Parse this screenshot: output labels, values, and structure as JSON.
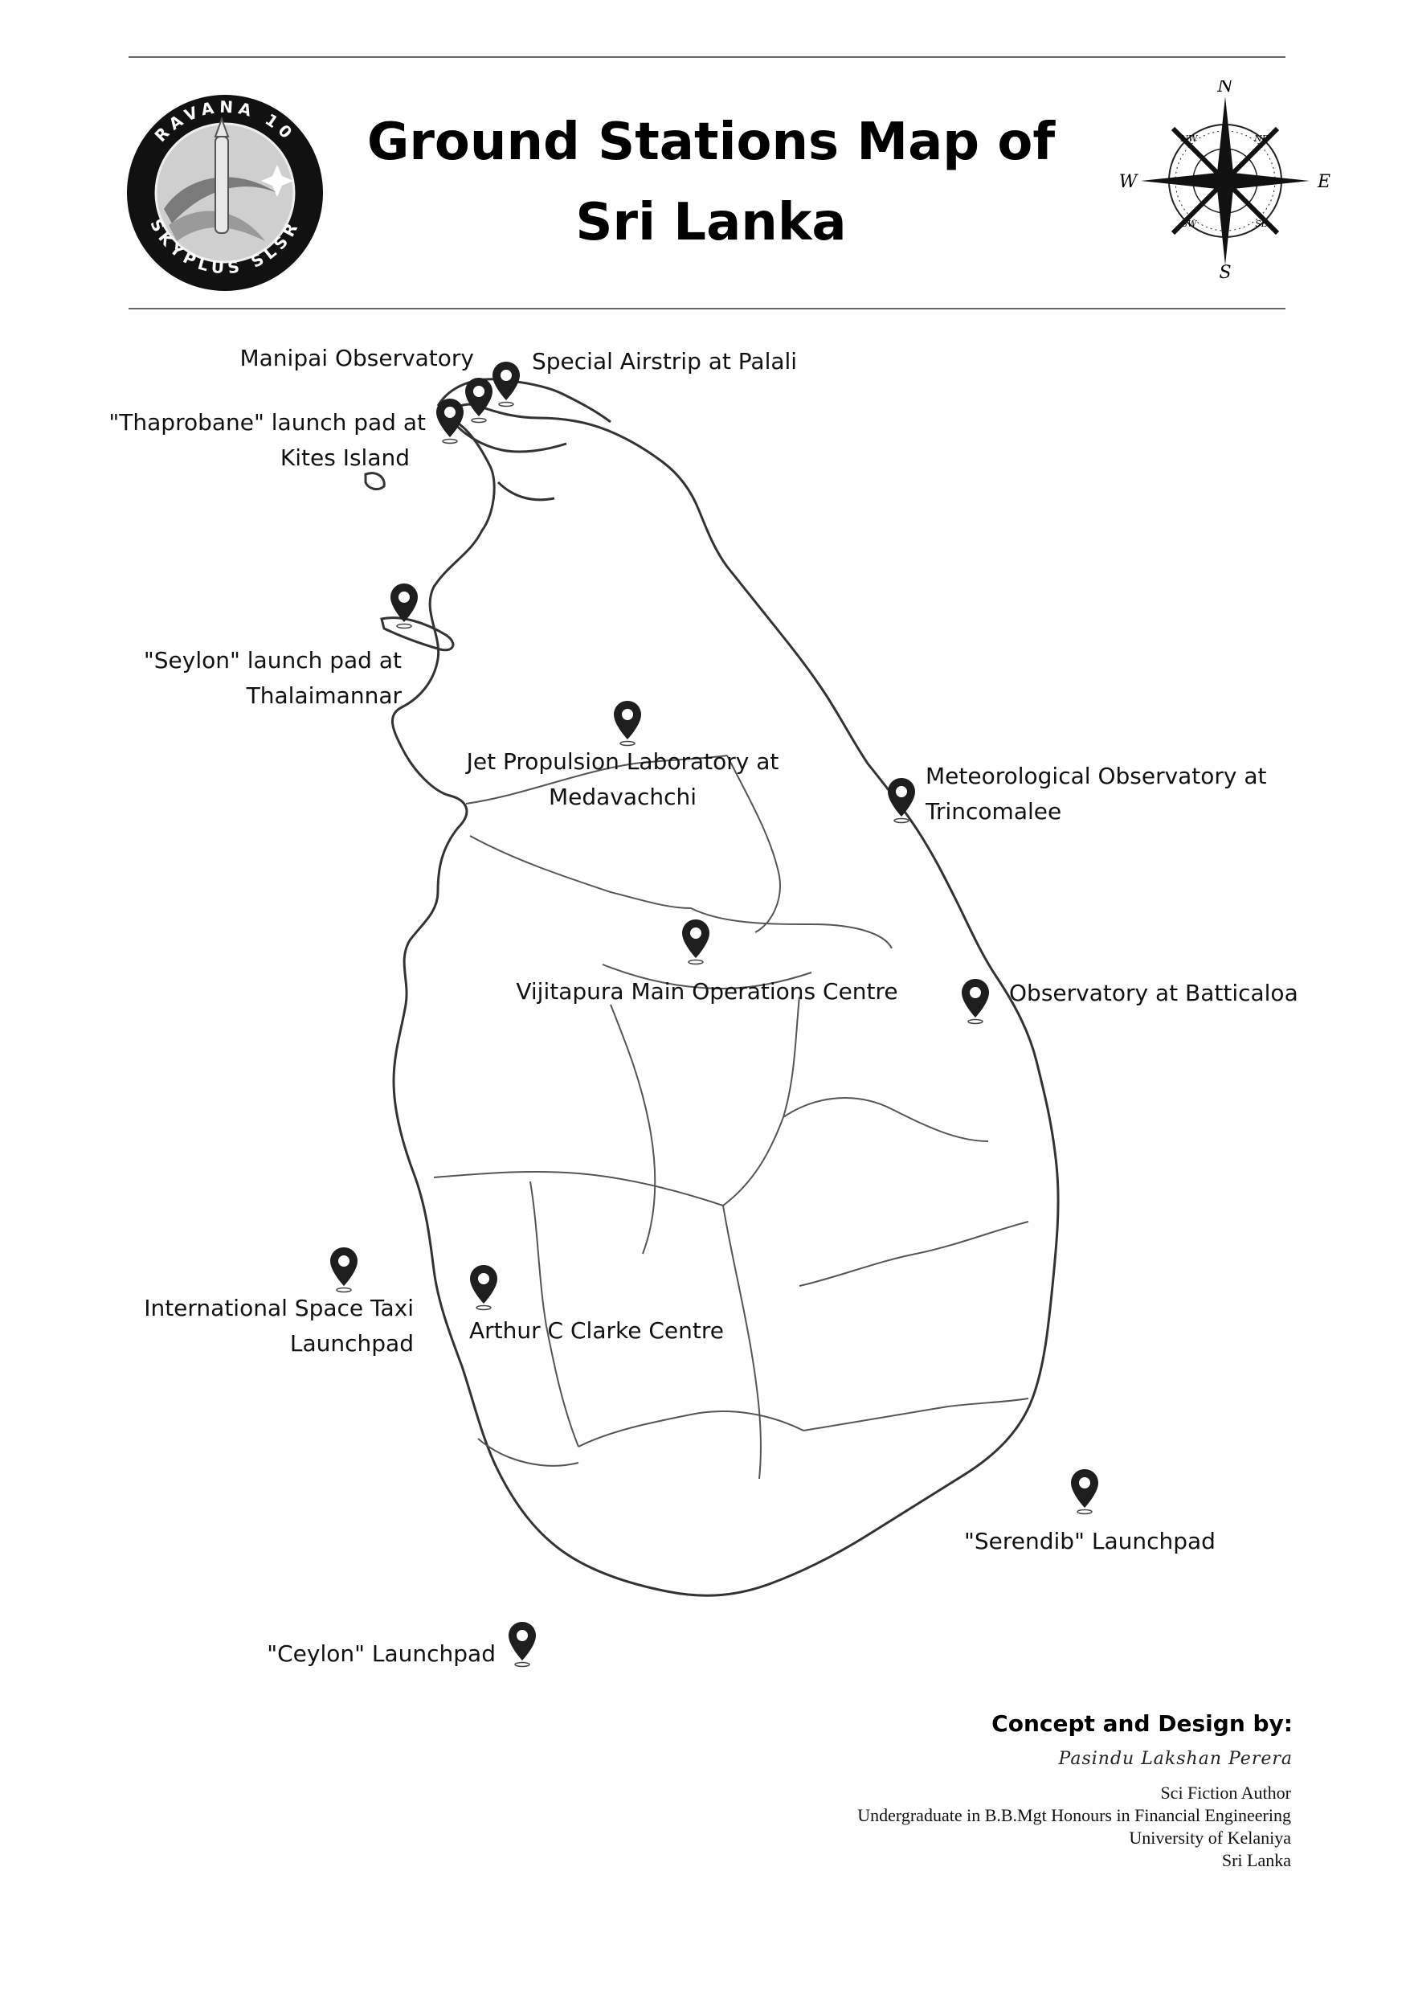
{
  "header": {
    "title_line1": "Ground Stations Map of",
    "title_line2": "Sri Lanka"
  },
  "logo": {
    "ring_text_top": "RAVANA 10",
    "ring_text_bottom": "SKYPLUS SLSR",
    "icon": "mission-patch-logo"
  },
  "compass": {
    "north": "N",
    "south": "S",
    "east": "E",
    "west": "W",
    "ne": "NE",
    "nw": "NW",
    "se": "SE",
    "sw": "SW",
    "icon": "compass-rose-icon"
  },
  "stations": [
    {
      "id": "manipai",
      "label": "Manipai Observatory"
    },
    {
      "id": "palali",
      "label": "Special Airstrip at Palali"
    },
    {
      "id": "kites",
      "label_line1": "\"Thaprobane\" launch pad at",
      "label_line2": "Kites Island"
    },
    {
      "id": "thalaimannar",
      "label_line1": "\"Seylon\" launch pad at",
      "label_line2": "Thalaimannar"
    },
    {
      "id": "medavachchi",
      "label_line1": "Jet Propulsion Laboratory at",
      "label_line2": "Medavachchi"
    },
    {
      "id": "trincomalee",
      "label_line1": "Meteorological Observatory at",
      "label_line2": "Trincomalee"
    },
    {
      "id": "vijitapura",
      "label": "Vijitapura Main Operations Centre"
    },
    {
      "id": "batticaloa",
      "label": "Observatory at Batticaloa"
    },
    {
      "id": "taxi",
      "label_line1": "International Space Taxi",
      "label_line2": "Launchpad"
    },
    {
      "id": "clarke",
      "label": "Arthur C Clarke Centre"
    },
    {
      "id": "serendib",
      "label": "\"Serendib\" Launchpad"
    },
    {
      "id": "ceylon",
      "label": "\"Ceylon\" Launchpad"
    }
  ],
  "credits": {
    "heading": "Concept and Design by:",
    "signature": "Pasindu Lakshan Perera",
    "line1": "Sci Fiction Author",
    "line2": "Undergraduate in B.B.Mgt Honours in Financial Engineering",
    "line3": "University of Kelaniya",
    "line4": "Sri Lanka"
  },
  "colors": {
    "outline": "#333333",
    "pin": "#1e1e1e",
    "text": "#111111"
  },
  "icons": {
    "pin": "map-pin-icon"
  }
}
